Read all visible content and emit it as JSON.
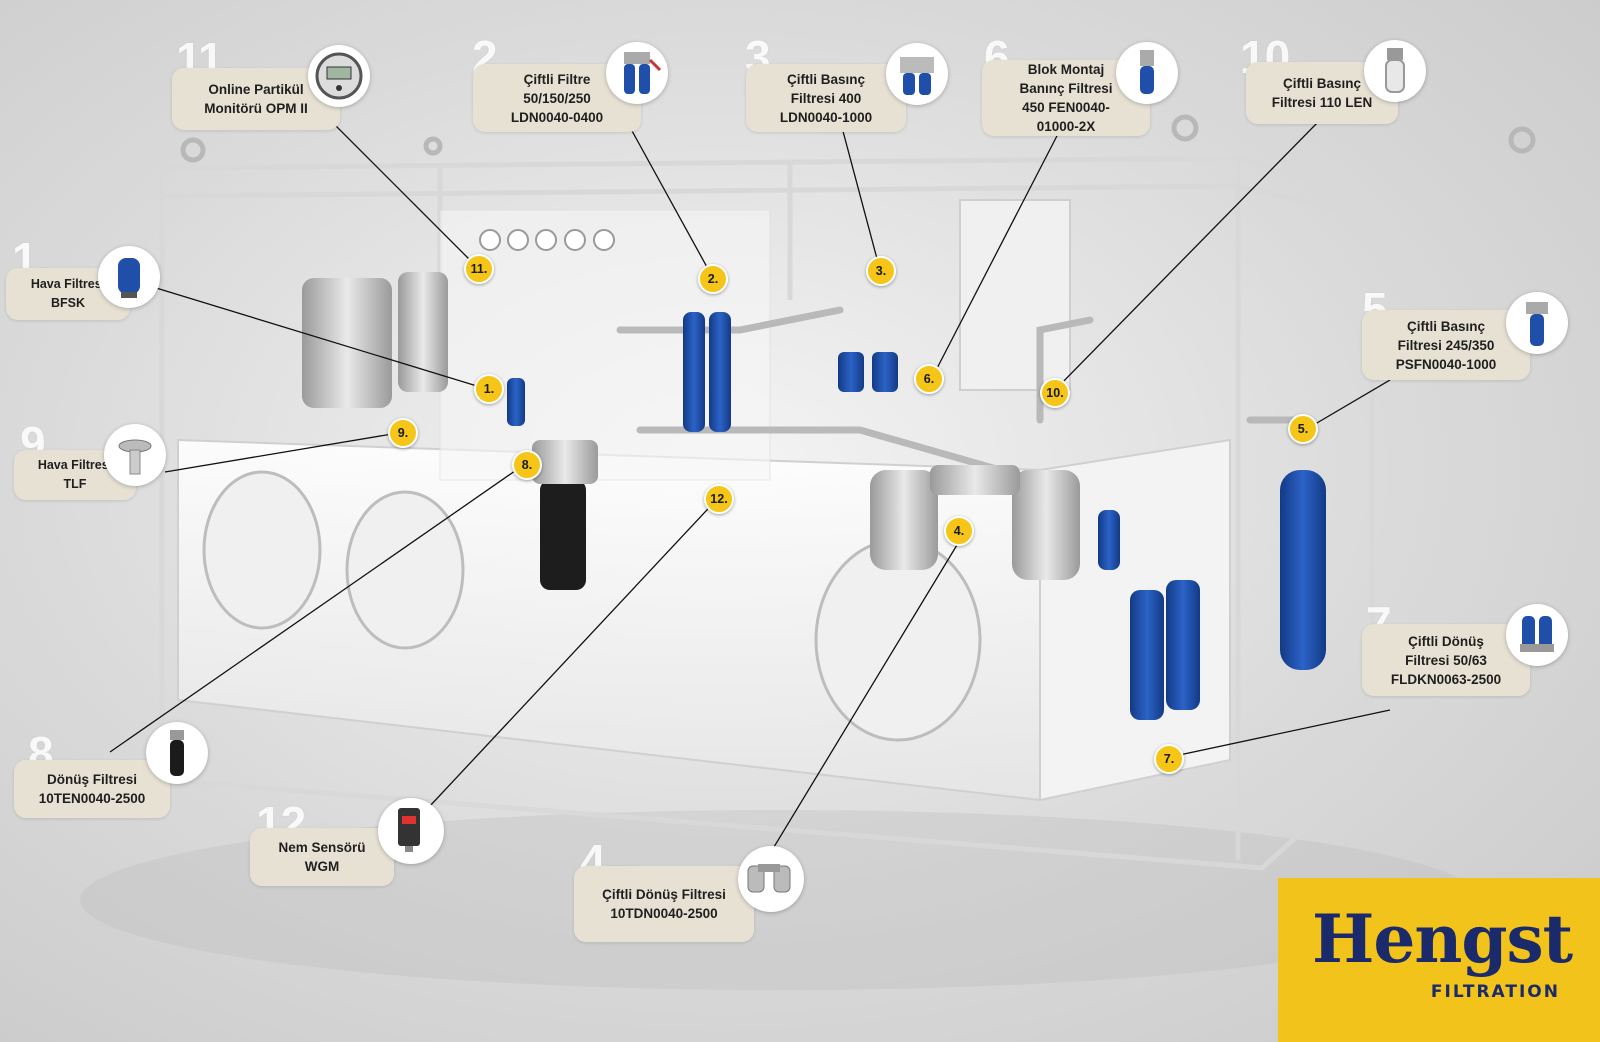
{
  "callouts": [
    {
      "id": "1",
      "number": "1.",
      "label": "Hava Filtresi\nBFSK",
      "icon": "air-filter-bfsk-icon"
    },
    {
      "id": "2",
      "number": "2.",
      "label": "Çiftli  Filtre\n50/150/250\nLDN0040-0400",
      "icon": "duplex-filter-ldn-icon"
    },
    {
      "id": "3",
      "number": "3.",
      "label": "Çiftli Basınç\nFiltresi 400\nLDN0040-1000",
      "icon": "duplex-pressure-filter-icon"
    },
    {
      "id": "4",
      "number": "4.",
      "label": "Çiftli Dönüş Filtresi\n10TDN0040-2500",
      "icon": "duplex-return-filter-icon"
    },
    {
      "id": "5",
      "number": "5.",
      "label": "Çiftli Basınç\nFiltresi 245/350\nPSFN0040-1000",
      "icon": "pressure-filter-psfn-icon"
    },
    {
      "id": "6",
      "number": "6.",
      "label": "Blok Montaj\nBanınç Filtresi\n450 FEN0040-\n01000-2X",
      "icon": "block-mount-filter-icon"
    },
    {
      "id": "7",
      "number": "7.",
      "label": "Çiftli  Dönüş\nFiltresi 50/63\nFLDKN0063-2500",
      "icon": "duplex-return-filter-fldkn-icon"
    },
    {
      "id": "8",
      "number": "8.",
      "label": "Dönüş Filtresi\n10TEN0040-2500",
      "icon": "return-filter-ten-icon"
    },
    {
      "id": "9",
      "number": "9.",
      "label": "Hava Filtresi\nTLF",
      "icon": "air-filter-tlf-icon"
    },
    {
      "id": "10",
      "number": "10.",
      "label": "Çiftli Basınç\nFiltresi 110 LEN",
      "icon": "pressure-filter-len-icon"
    },
    {
      "id": "11",
      "number": "11.",
      "label": "Online Partikül\nMonitörü OPM II",
      "icon": "particle-monitor-icon"
    },
    {
      "id": "12",
      "number": "12.",
      "label": "Nem Sensörü\nWGM",
      "icon": "humidity-sensor-icon"
    }
  ],
  "markers": [
    "1.",
    "2.",
    "3.",
    "4.",
    "5.",
    "6.",
    "7.",
    "8.",
    "9.",
    "10.",
    "11.",
    "12."
  ],
  "logo": {
    "brand": "Hengst",
    "subtitle": "FILTRATION"
  },
  "colors": {
    "callout_bg": "#e7e1d4",
    "marker": "#f5c518",
    "filter_blue": "#1f4fa8",
    "logo_bg": "#f2c31a",
    "logo_text": "#1b2a6b"
  }
}
